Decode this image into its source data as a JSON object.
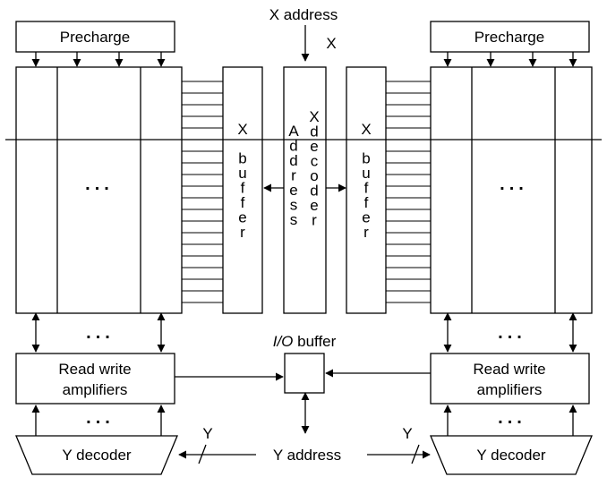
{
  "labels": {
    "x_address": "X address",
    "x": "X",
    "precharge": "Precharge",
    "x_buffer": "X buffer",
    "address": "Address",
    "x_decoder": "X decoder",
    "io_buffer_italic": "I/O",
    "io_buffer_rest": " buffer",
    "read_write_line1": "Read write",
    "read_write_line2": "amplifiers",
    "y_decoder": "Y decoder",
    "y_address": "Y address",
    "y": "Y",
    "ellipsis": "..."
  },
  "colors": {
    "stroke": "#000000",
    "background": "#ffffff"
  }
}
